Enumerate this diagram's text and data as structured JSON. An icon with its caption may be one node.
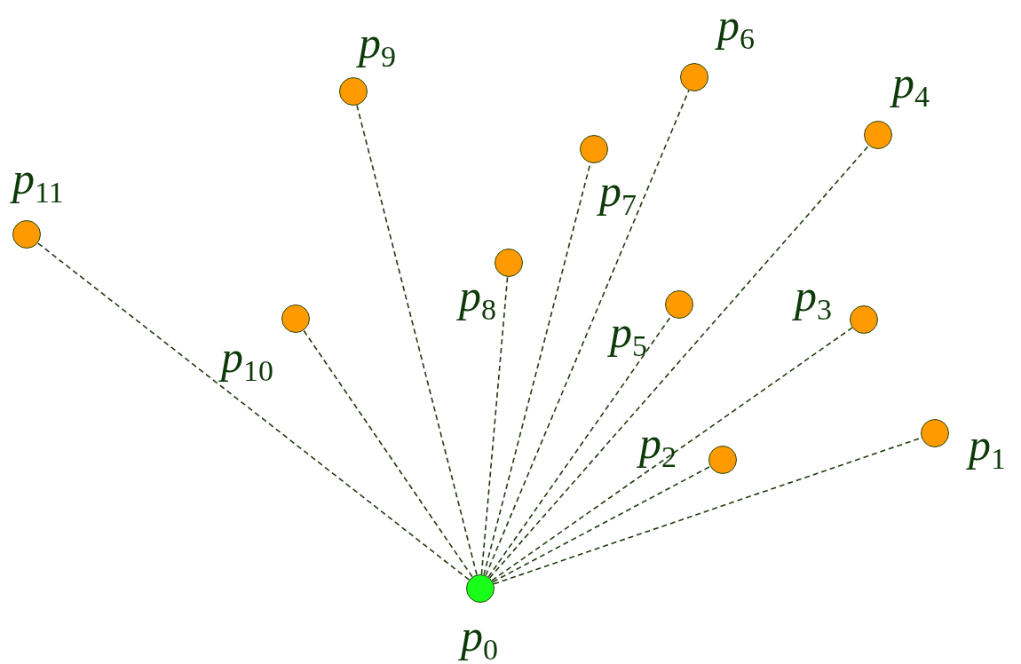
{
  "diagram": {
    "nodes": [
      {
        "text": [],
        "shape": "circle",
        "beside": [
          "p$_{0}$"
        ]
      },
      {
        "text": [],
        "shape": "circle",
        "beside": [
          "p$_{1}$"
        ]
      },
      {
        "text": [],
        "shape": "circle",
        "beside": [
          "p$_{2}$"
        ]
      },
      {
        "text": [],
        "shape": "circle",
        "beside": [
          "p$_{3}$"
        ]
      },
      {
        "text": [],
        "shape": "circle",
        "beside": [
          "p$_{4}$"
        ]
      },
      {
        "text": [],
        "shape": "circle",
        "beside": [
          "p$_{5}$"
        ]
      },
      {
        "text": [],
        "shape": "circle",
        "beside": [
          "p$_{6}$"
        ]
      },
      {
        "text": [],
        "shape": "circle",
        "beside": [
          "p$_{7}$"
        ]
      },
      {
        "text": [],
        "shape": "circle",
        "beside": [
          "p$_{8}$"
        ]
      },
      {
        "text": [],
        "shape": "circle",
        "beside": [
          "p$_{9}$"
        ]
      },
      {
        "text": [],
        "shape": "circle",
        "beside": [
          "p$_{10}$"
        ]
      },
      {
        "text": [],
        "shape": "circle",
        "beside": [
          "p$_{11}$"
        ]
      }
    ],
    "edges": [
      {
        "from": 0,
        "to": 1,
        "arrow": "none",
        "style": "dashed"
      },
      {
        "from": 0,
        "to": 2,
        "arrow": "none",
        "style": "dashed"
      },
      {
        "from": 0,
        "to": 3,
        "arrow": "none",
        "style": "dashed"
      },
      {
        "from": 0,
        "to": 4,
        "arrow": "none",
        "style": "dashed"
      },
      {
        "from": 0,
        "to": 5,
        "arrow": "none",
        "style": "dashed"
      },
      {
        "from": 0,
        "to": 6,
        "arrow": "none",
        "style": "dashed"
      },
      {
        "from": 0,
        "to": 7,
        "arrow": "none",
        "style": "dashed"
      },
      {
        "from": 0,
        "to": 8,
        "arrow": "none",
        "style": "dashed"
      },
      {
        "from": 0,
        "to": 9,
        "arrow": "none",
        "style": "dashed"
      },
      {
        "from": 0,
        "to": 10,
        "arrow": "none",
        "style": "dashed"
      },
      {
        "from": 0,
        "to": 11,
        "arrow": "none",
        "style": "dashed"
      }
    ]
  }
}
